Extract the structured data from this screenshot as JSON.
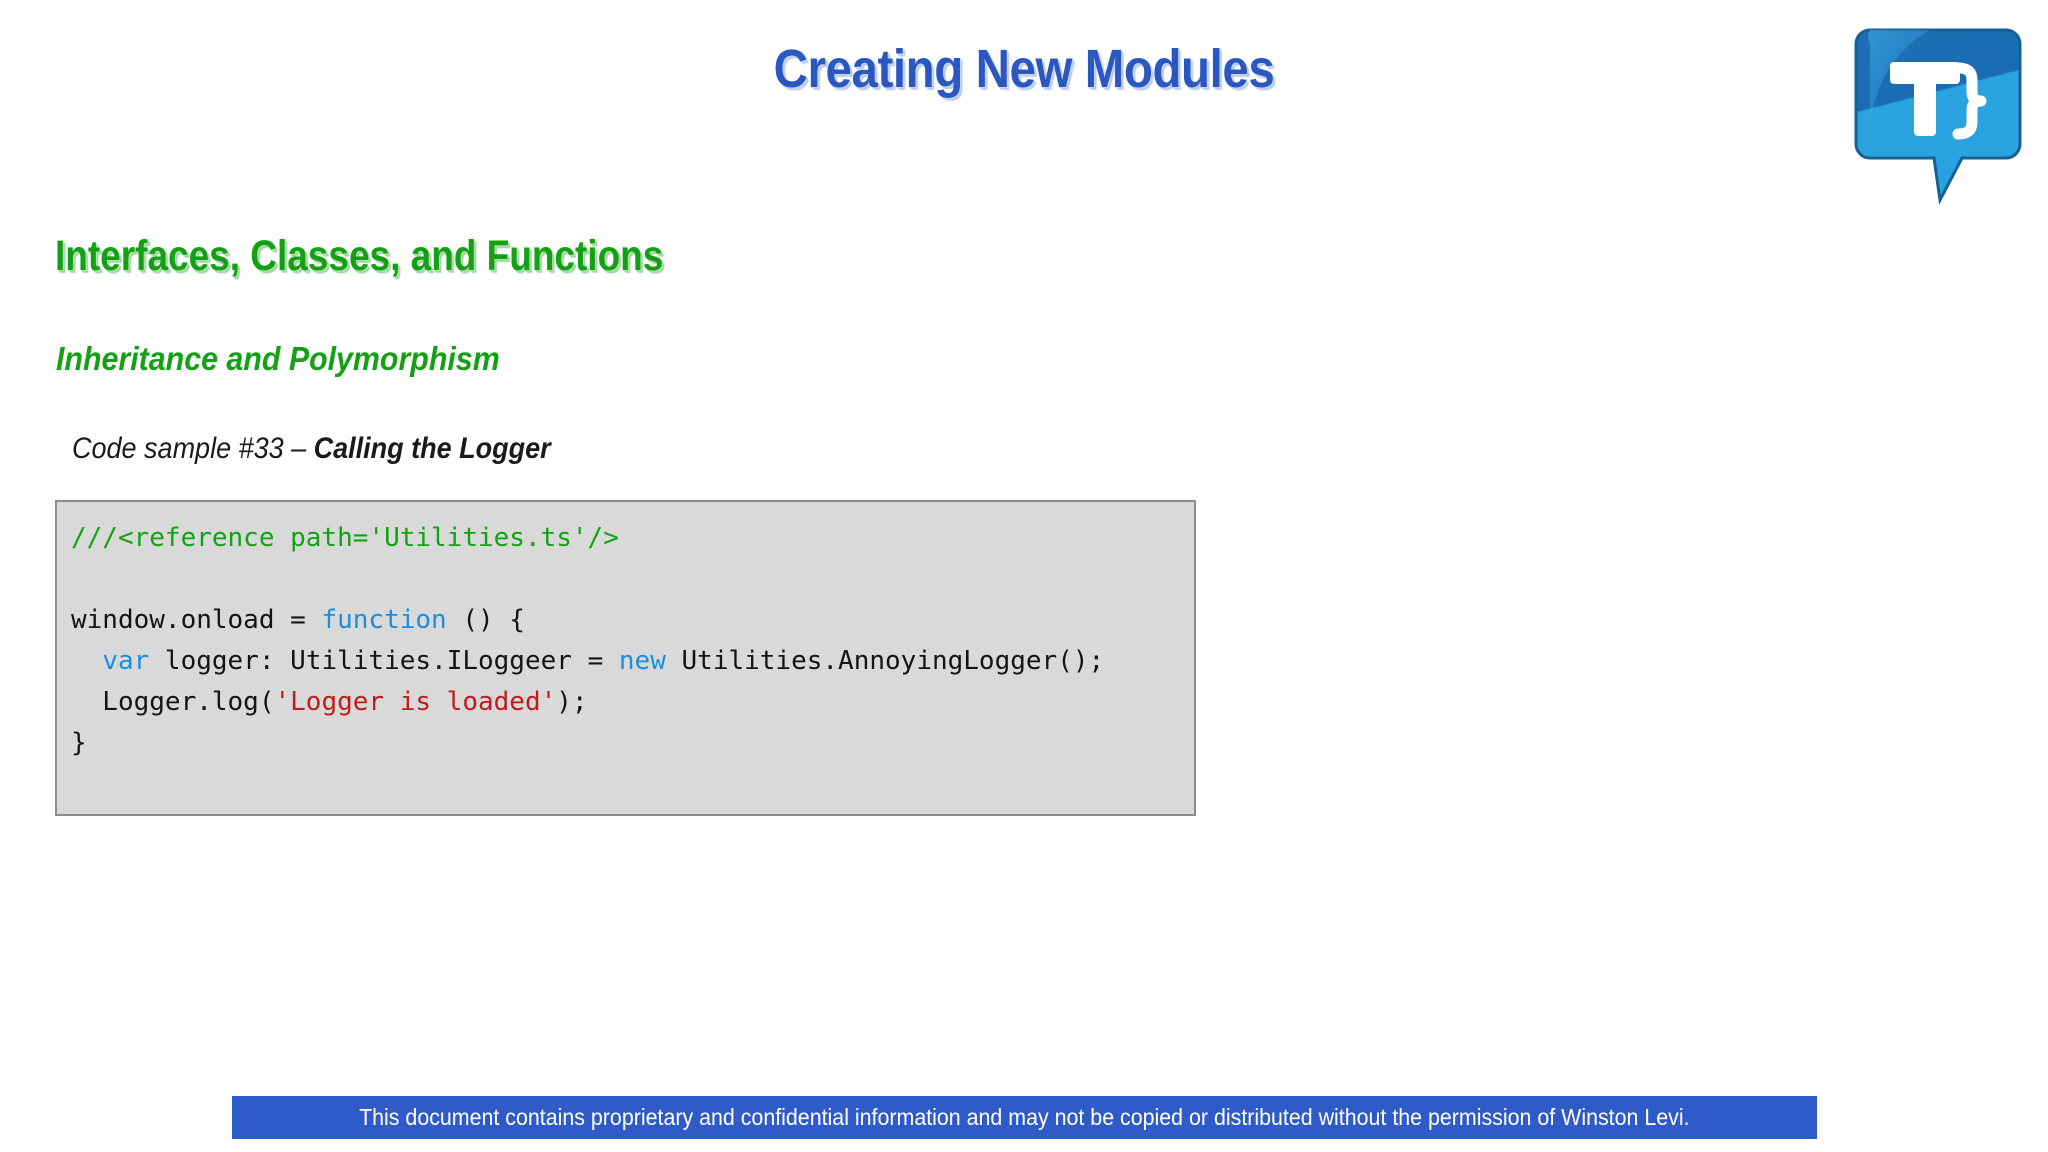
{
  "slide": {
    "title": "Creating New Modules",
    "section_heading": "Interfaces, Classes, and Functions",
    "sub_heading": "Inheritance and Polymorphism",
    "code_caption_prefix": "Code sample #33 – ",
    "code_caption_strong": "Calling the Logger",
    "colors": {
      "title_blue": "#2b57c0",
      "heading_green": "#14a014",
      "footer_blue": "#2f5bc8",
      "code_bg": "#d9d9d9",
      "code_border": "#8d8d8d",
      "comment_green": "#11a311",
      "keyword_blue": "#1a8fe0",
      "string_red": "#c21b1b"
    }
  },
  "code": {
    "language": "TypeScript",
    "lines": [
      {
        "tokens": [
          {
            "t": "///<reference path='Utilities.ts'/>",
            "c": "comment"
          }
        ]
      },
      {
        "tokens": []
      },
      {
        "tokens": [
          {
            "t": "window.onload = ",
            "c": "plain"
          },
          {
            "t": "function",
            "c": "keyword"
          },
          {
            "t": " () {",
            "c": "plain"
          }
        ]
      },
      {
        "tokens": [
          {
            "t": "  ",
            "c": "plain"
          },
          {
            "t": "var",
            "c": "keyword"
          },
          {
            "t": " logger: Utilities.ILoggeer = ",
            "c": "plain"
          },
          {
            "t": "new",
            "c": "keyword"
          },
          {
            "t": " Utilities.AnnoyingLogger();",
            "c": "plain"
          }
        ]
      },
      {
        "tokens": [
          {
            "t": "  Logger.log(",
            "c": "plain"
          },
          {
            "t": "'Logger is loaded'",
            "c": "string"
          },
          {
            "t": ");",
            "c": "plain"
          }
        ]
      },
      {
        "tokens": [
          {
            "t": "}",
            "c": "plain"
          }
        ]
      }
    ]
  },
  "logo": {
    "name": "typescript-speech-bubble-logo",
    "letter": "T",
    "brace": "}"
  },
  "footer": {
    "text": "This document contains proprietary and confidential information and may not be copied or distributed without the permission of Winston Levi."
  }
}
